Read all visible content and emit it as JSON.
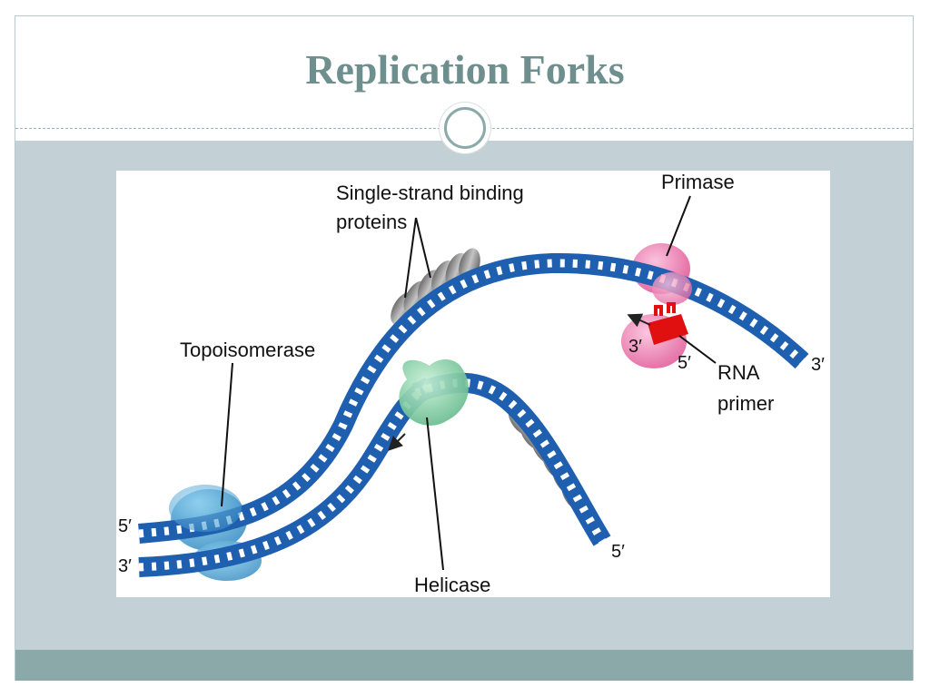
{
  "slide": {
    "title": "Replication Forks"
  },
  "diagram": {
    "labels": {
      "single_strand_line1": "Single-strand binding",
      "single_strand_line2": "proteins",
      "primase": "Primase",
      "topoisomerase": "Topoisomerase",
      "helicase": "Helicase",
      "rna_primer_line1": "RNA",
      "rna_primer_line2": "primer"
    },
    "ends": {
      "left_top": "5′",
      "left_bottom": "3′",
      "right_upper": "3′",
      "lower_strand_end": "5′",
      "primer_left": "3′",
      "primer_right": "5′"
    },
    "colors": {
      "strand": "#1e5fb0",
      "strand_edge": "#0f3f7e",
      "topoisomerase": "#4a9fd0",
      "helicase": "#8fd6a8",
      "primase": "#ef8fbf",
      "rna_primer": "#e01010",
      "ssb": "#8e8e8e"
    }
  }
}
